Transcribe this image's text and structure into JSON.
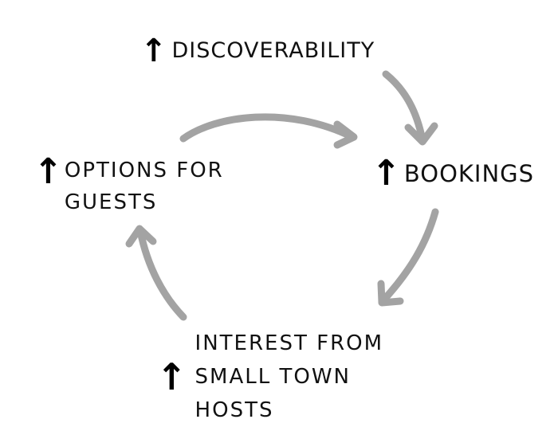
{
  "nodes": {
    "discoverability": {
      "arrow": "↑",
      "label": "Discoverability"
    },
    "bookings": {
      "arrow": "↑",
      "label": "Bookings"
    },
    "interest": {
      "arrow": "↑",
      "label": "Interest from small town hosts"
    },
    "options": {
      "arrow": "↑",
      "label": "Options for guests"
    }
  },
  "colors": {
    "connector": "#a3a3a3",
    "text": "#111111",
    "background": "#ffffff"
  }
}
